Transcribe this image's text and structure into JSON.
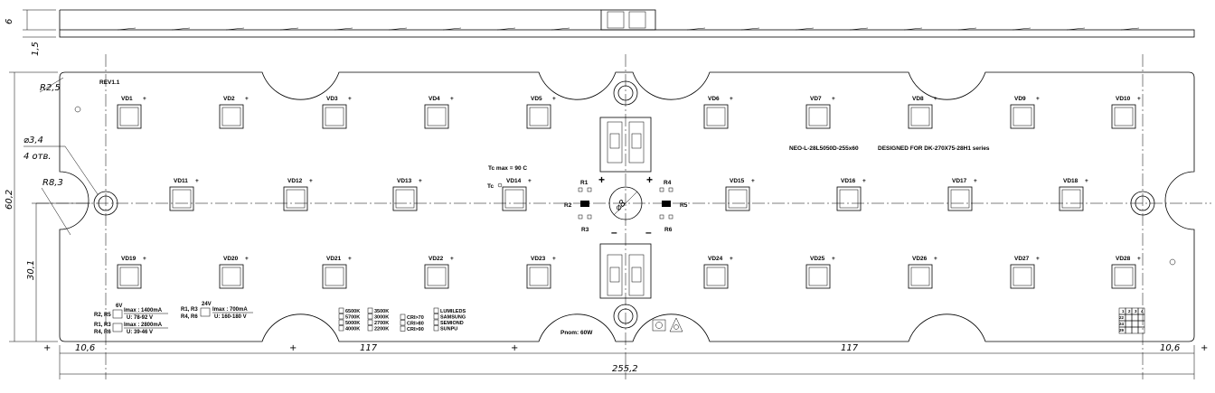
{
  "board": {
    "revision": "REV1.1",
    "title": "NEO-L-28L5050D-255x60",
    "designed_for": "DESIGNED FOR DK-270X75-28H1 series",
    "power": "Pnom: 60W",
    "tc_max": "Tc max = 90 C",
    "tc_point": "Tc"
  },
  "dimensions": {
    "thickness_6": "6",
    "thickness_1_5": "1,5",
    "corner_radius": "R2,5",
    "hole_dia": "⌀3,4",
    "hole_count": "4 отв.",
    "slot_radius": "R8,3",
    "height": "60,2",
    "half_height": "30,1",
    "left_offset": "10,6",
    "right_offset": "10,6",
    "span_left": "117",
    "span_right": "117",
    "total_length": "255,2",
    "center_dia": "⌀8"
  },
  "leds": {
    "top": [
      "VD1",
      "VD2",
      "VD3",
      "VD4",
      "VD5",
      "VD6",
      "VD7",
      "VD8",
      "VD9",
      "VD10"
    ],
    "middle": [
      "VD11",
      "VD12",
      "VD13",
      "VD14",
      "VD15",
      "VD16",
      "VD17",
      "VD18"
    ],
    "bottom": [
      "VD19",
      "VD20",
      "VD21",
      "VD22",
      "VD23",
      "VD24",
      "VD25",
      "VD26",
      "VD27",
      "VD28"
    ]
  },
  "resistors": [
    "R1",
    "R2",
    "R3",
    "R4",
    "R5",
    "R6"
  ],
  "signs": {
    "plus": "+",
    "minus": "–"
  },
  "config": {
    "v6": "6V",
    "r25": "R2, R5",
    "imax_1400": "Imax : 1400mA",
    "u_78_92": "U: 78-92 V",
    "r13_r46": "R1, R3",
    "r46": "R4, R6",
    "imax_2800": "Imax : 2800mA",
    "u_39_46": "U: 39-46 V",
    "v24": "24V",
    "r13b": "R1, R3",
    "r46b": "R4, R6",
    "imax_700": "Imax : 700mA",
    "u_160_180": "U: 160-180 V"
  },
  "cct": [
    "6500K",
    "5700K",
    "5000K",
    "4000K",
    "3500K",
    "3000K",
    "2700K",
    "2200K"
  ],
  "cri": [
    "CRI>70",
    "CRI>80",
    "CRI>90"
  ],
  "brands": [
    "LUMILEDS",
    "SAMSUNG",
    "SEMIOND",
    "SUNPU"
  ],
  "grid_cells": [
    "1",
    "2",
    "3",
    "4",
    "22",
    "24",
    "29"
  ]
}
